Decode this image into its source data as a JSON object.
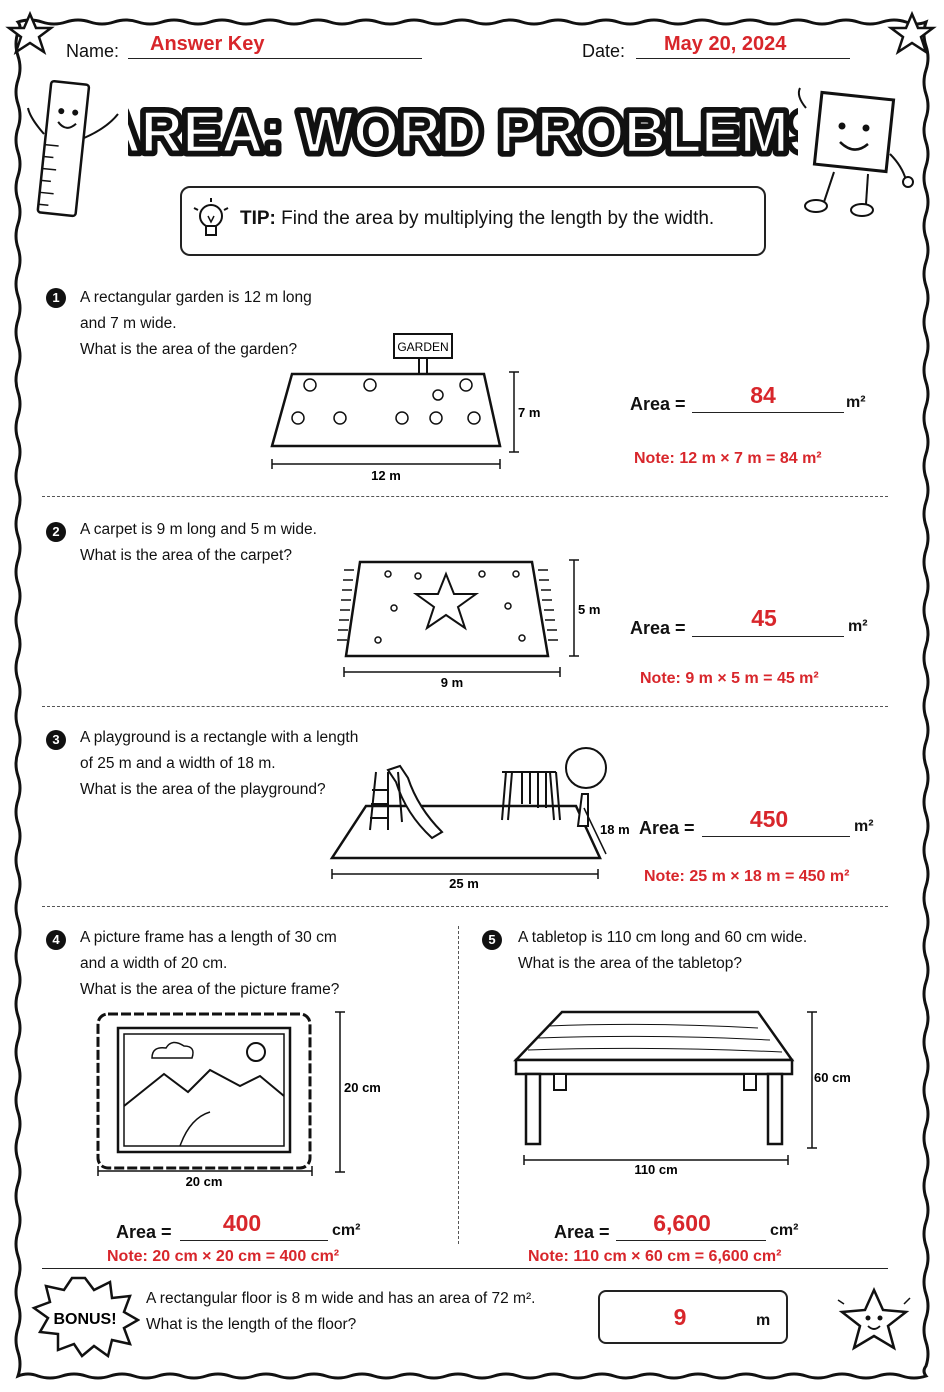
{
  "header": {
    "name_label": "Name:",
    "name_value": "Answer Key",
    "date_label": "Date:",
    "date_value": "May 20, 2024",
    "title": "AREA: WORD PROBLEMS",
    "tip_bold": "TIP:",
    "tip_text": "Find the area by multiplying the length by the width."
  },
  "area_label": "Area =",
  "problems": [
    {
      "num": "1",
      "lines": [
        "A rectangular garden is 12 m long",
        "and 7 m wide.",
        "What is the area of the garden?"
      ],
      "answer": "84",
      "unit": "m²",
      "note": "Note: 12 m × 7 m = 84 m²",
      "sign": "GARDEN",
      "dim_w": "12 m",
      "dim_h": "7 m"
    },
    {
      "num": "2",
      "lines": [
        "A carpet is 9 m long and 5 m wide.",
        "What is the area of the carpet?"
      ],
      "answer": "45",
      "unit": "m²",
      "note": "Note: 9 m × 5 m = 45 m²",
      "dim_w": "9 m",
      "dim_h": "5 m"
    },
    {
      "num": "3",
      "lines": [
        "A playground is a rectangle with a length",
        "of 25 m and a width of 18 m.",
        "What is the area of the playground?"
      ],
      "answer": "450",
      "unit": "m²",
      "note": "Note: 25 m × 18 m = 450 m²",
      "dim_w": "25 m",
      "dim_h": "18 m"
    },
    {
      "num": "4",
      "lines": [
        "A picture frame has a length of 30 cm",
        "and a width of 20 cm.",
        "What is the area of the picture frame?"
      ],
      "answer": "400",
      "unit": "cm²",
      "note": "Note: 20 cm × 20 cm = 400 cm²",
      "dim_w": "20 cm",
      "dim_h": "20 cm"
    },
    {
      "num": "5",
      "lines": [
        "A tabletop is 110 cm long and 60 cm wide.",
        "What is the area of the tabletop?"
      ],
      "answer": "6,600",
      "unit": "cm²",
      "note": "Note: 110 cm × 60 cm = 6,600 cm²",
      "dim_w": "110 cm",
      "dim_h": "60 cm"
    }
  ],
  "bonus": {
    "badge": "BONUS!",
    "lines": [
      "A rectangular floor is 8 m wide and has an area of 72 m².",
      "What is the length of the floor?"
    ],
    "answer": "9",
    "unit": "m"
  },
  "colors": {
    "answer_red": "#d8262b",
    "ink": "#111111"
  }
}
